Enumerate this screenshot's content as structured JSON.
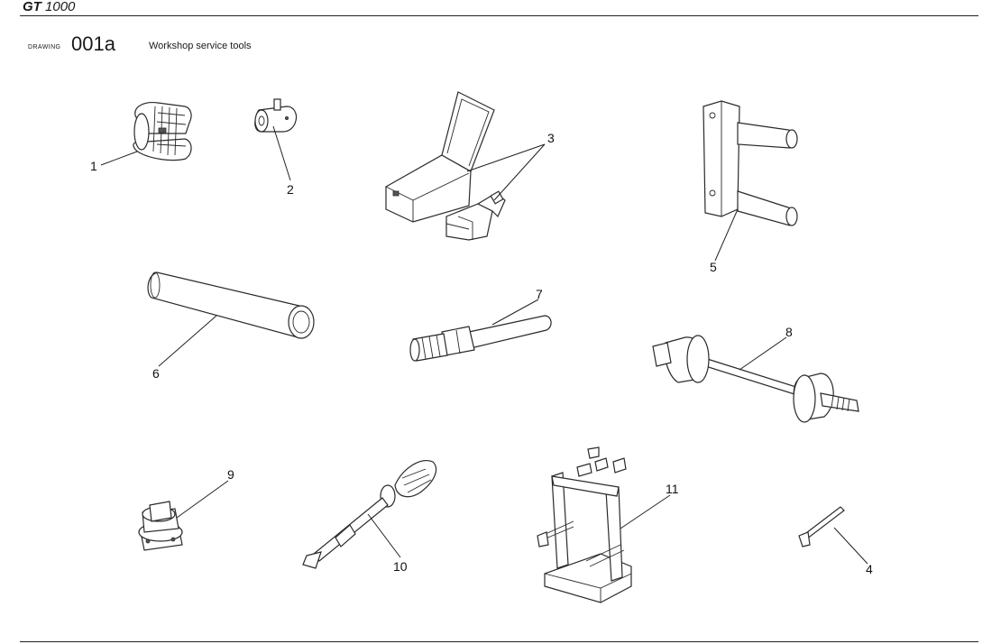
{
  "header": {
    "model_bold": "GT",
    "model_rest": "1000",
    "drawing_word": "DRAWING",
    "drawing_number": "001a",
    "drawing_title": "Workshop service tools"
  },
  "callouts": [
    "1",
    "2",
    "3",
    "4",
    "5",
    "6",
    "7",
    "8",
    "9",
    "10",
    "11"
  ]
}
